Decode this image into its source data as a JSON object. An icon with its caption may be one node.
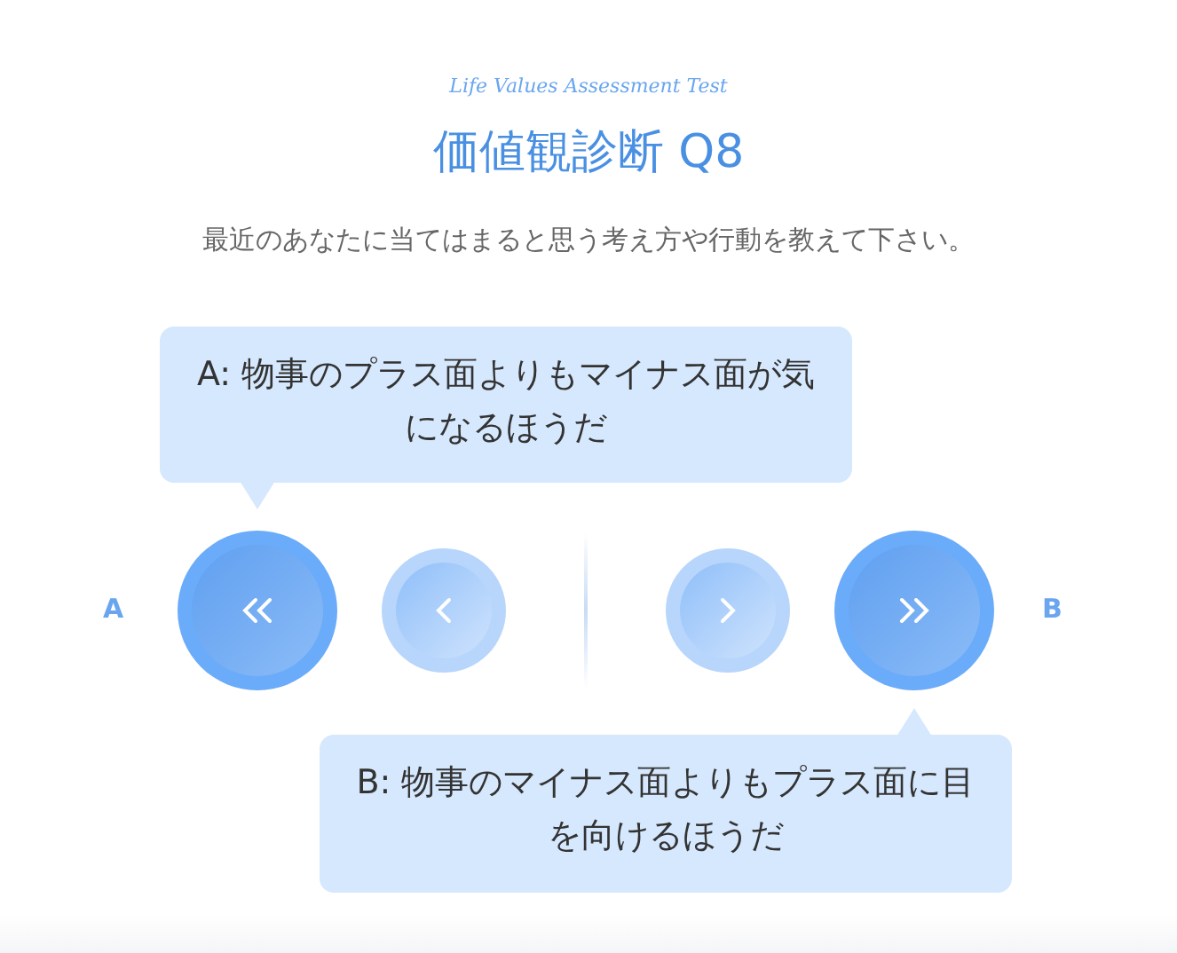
{
  "diagram": {
    "title": "価値観診断 Q8",
    "labels": [
      "Life Values Assessment Test",
      "最近のあなたに当てはまると思う考え方や行動を教えて下さい。",
      "A: 物事のプラス面よりもマイナス面が気になるほうだ",
      "A",
      "B",
      "B: 物事のマイナス面よりもプラス面に目を向けるほうだ"
    ]
  }
}
